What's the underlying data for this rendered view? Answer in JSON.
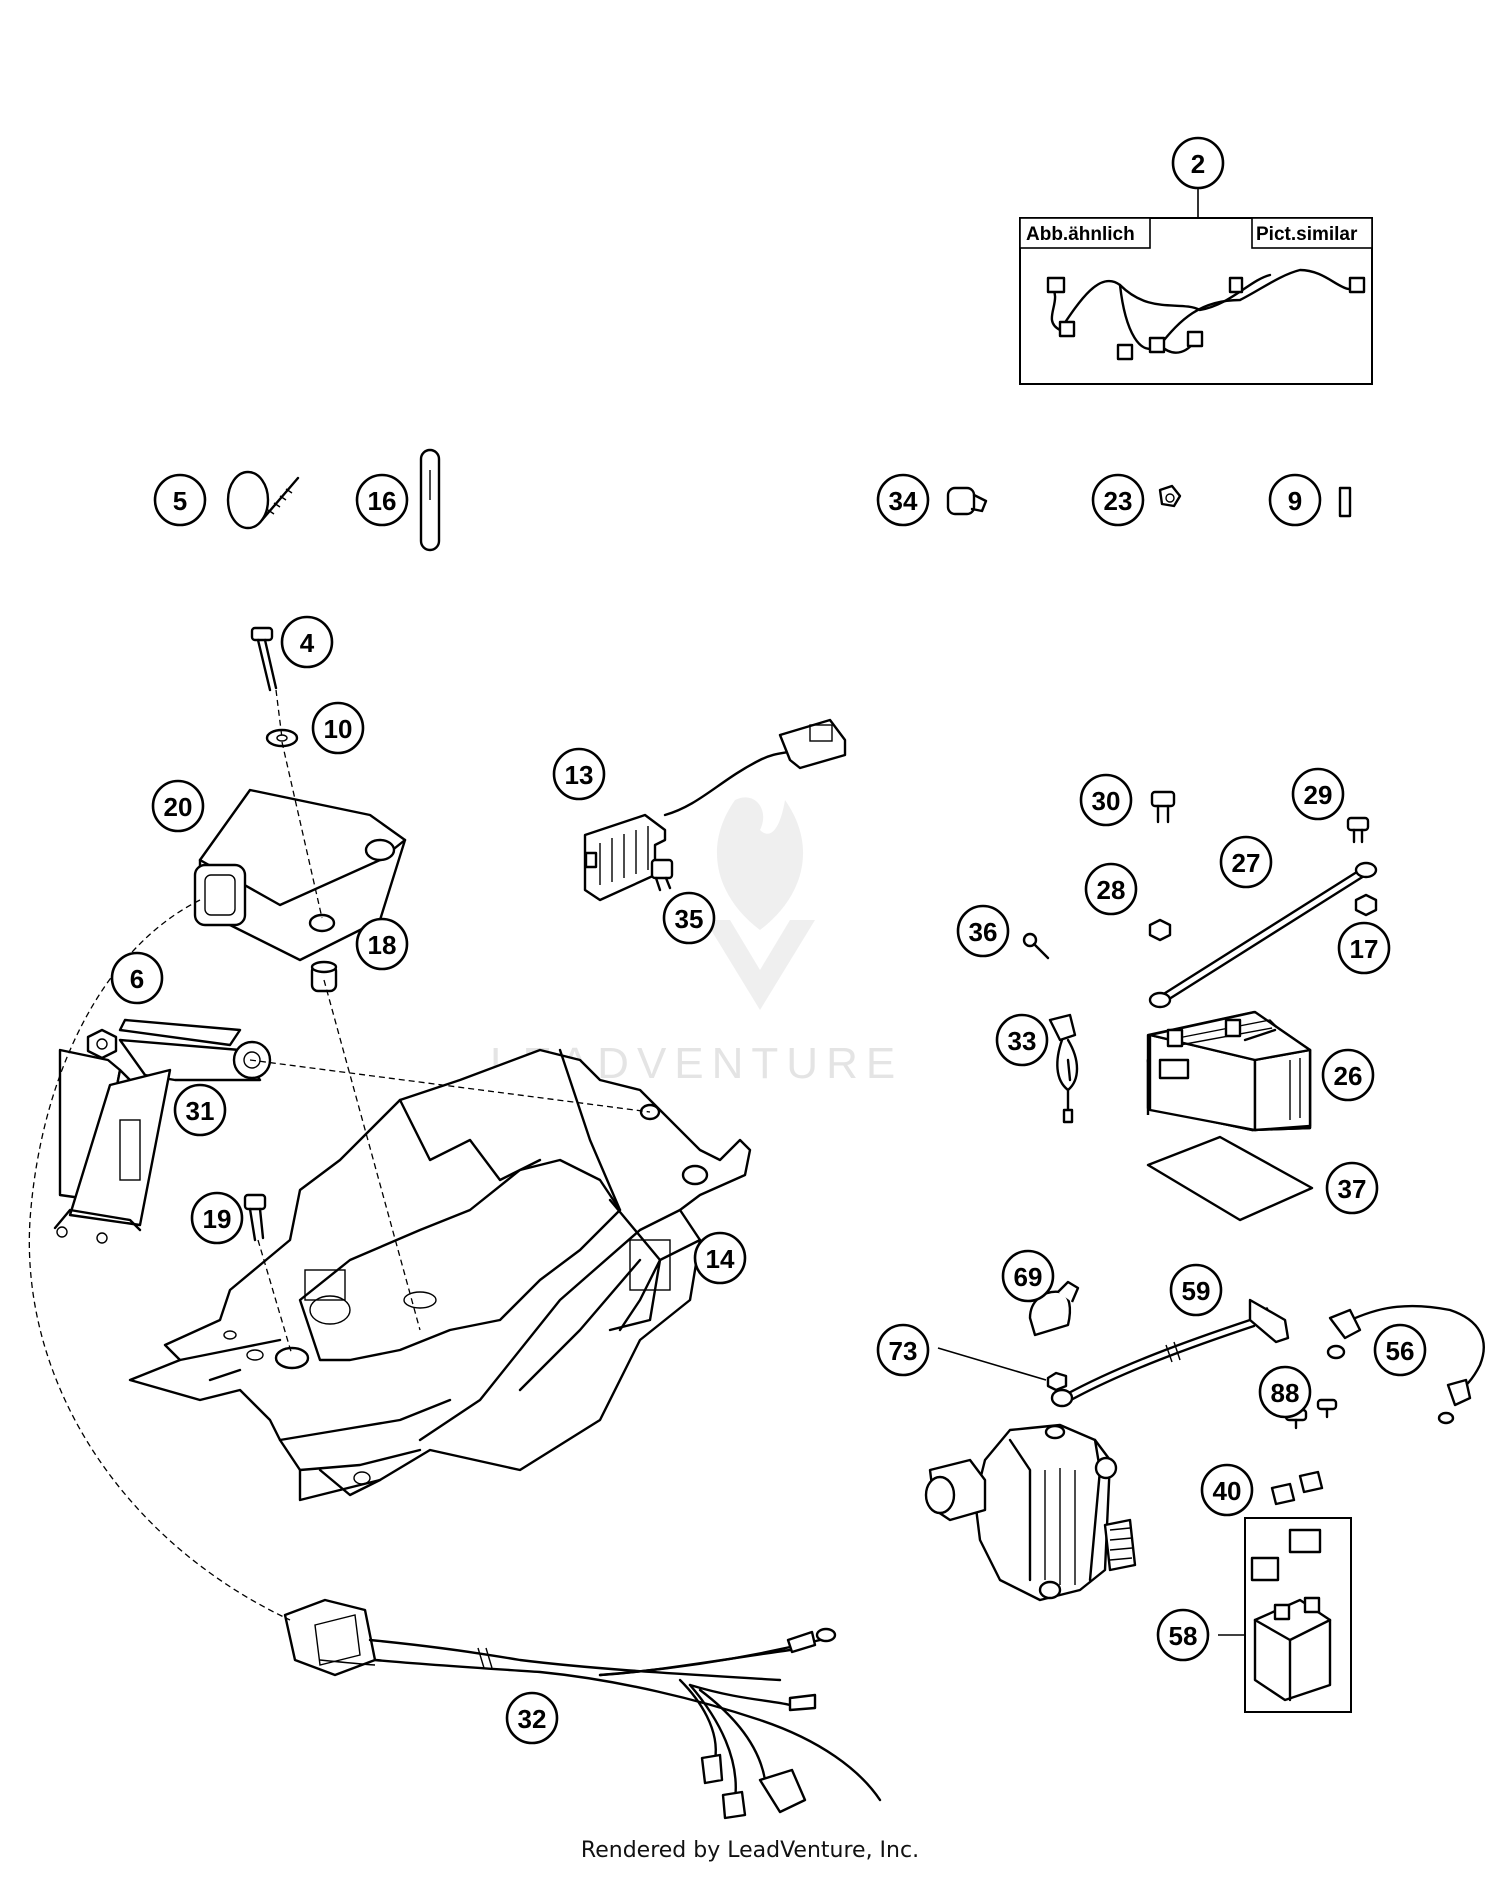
{
  "diagram": {
    "callouts": [
      "2",
      "5",
      "16",
      "34",
      "23",
      "9",
      "4",
      "10",
      "20",
      "18",
      "6",
      "31",
      "19",
      "14",
      "13",
      "35",
      "30",
      "29",
      "28",
      "27",
      "36",
      "17",
      "33",
      "26",
      "37",
      "69",
      "59",
      "73",
      "56",
      "88",
      "40",
      "58",
      "32"
    ],
    "inset_labels": {
      "left": "Abb.ähnlich",
      "right": "Pict.similar"
    },
    "watermark": "LEADVENTURE"
  },
  "footer": {
    "text": "Rendered by LeadVenture, Inc."
  }
}
